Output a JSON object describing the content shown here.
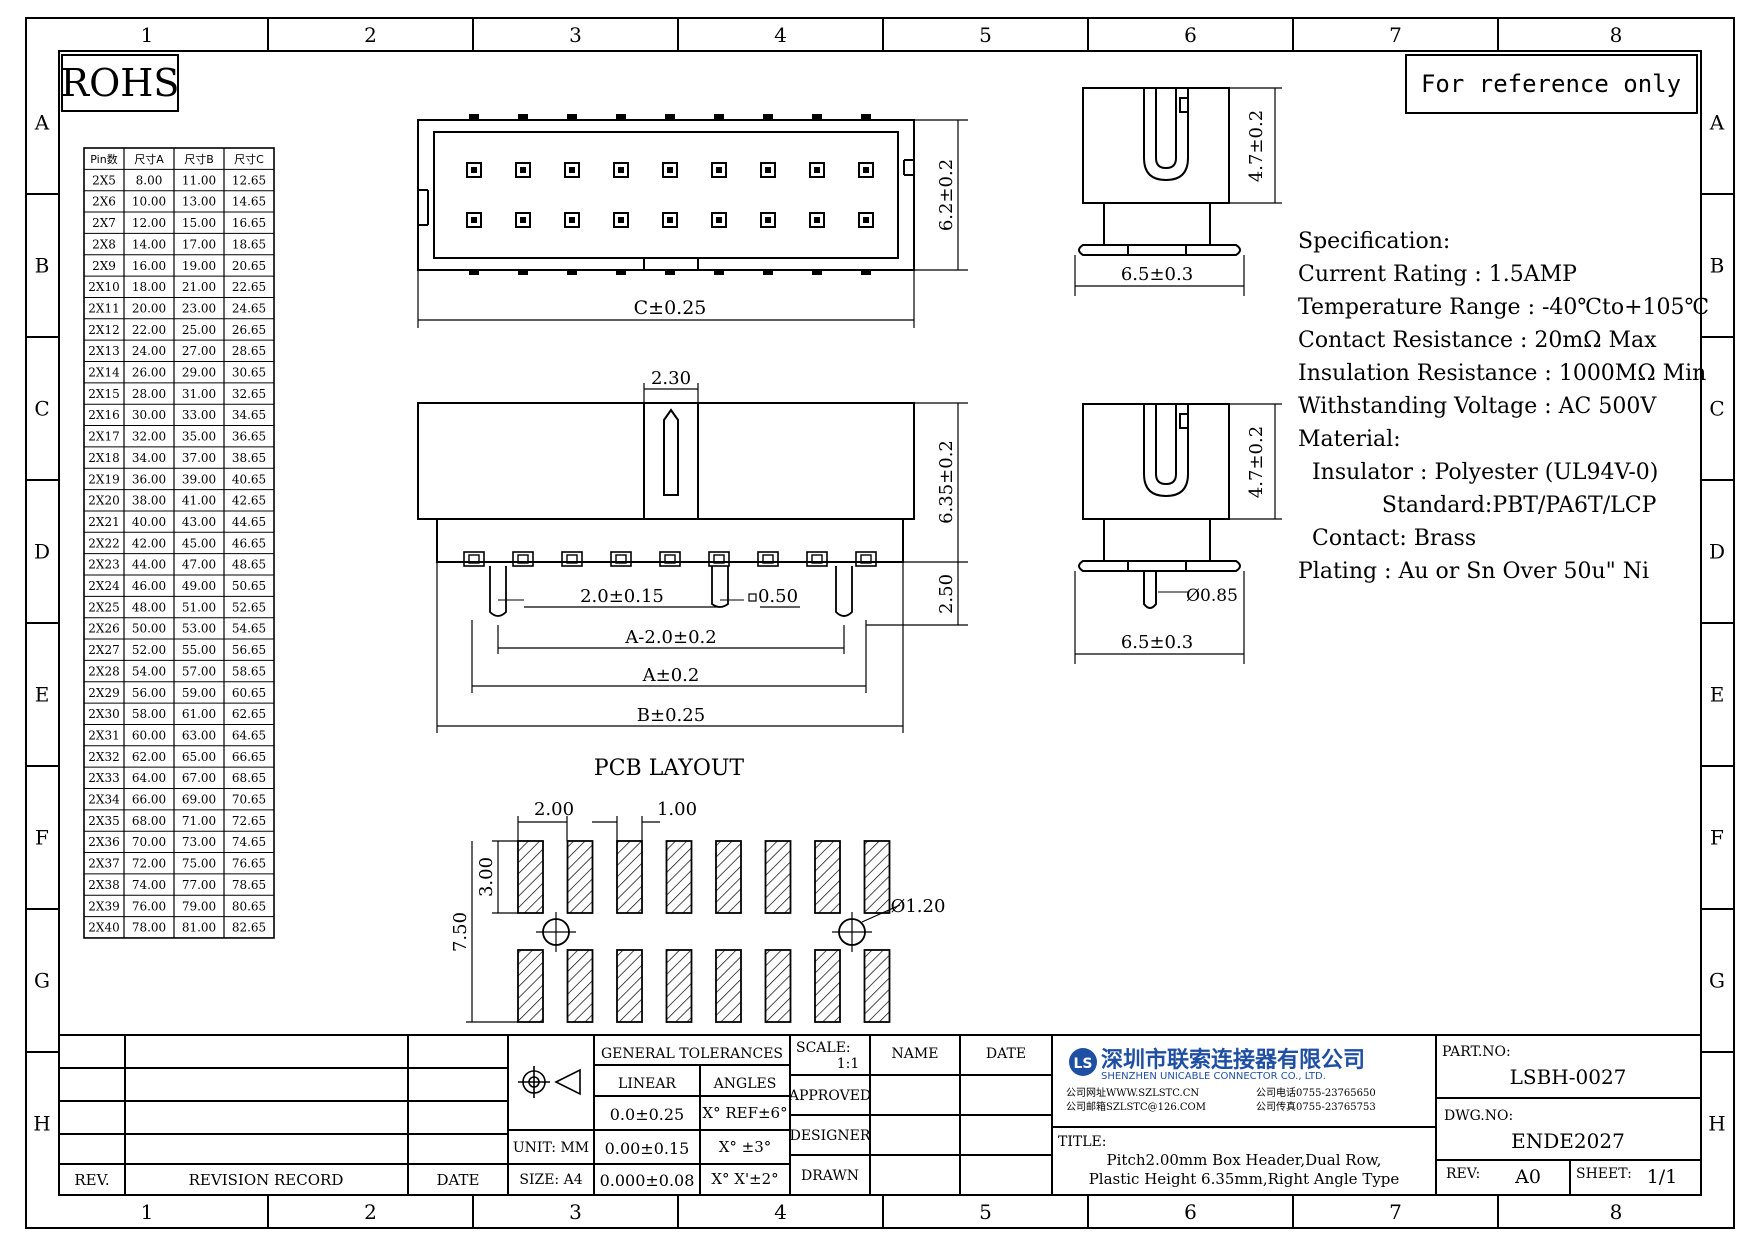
{
  "grid": {
    "columns": [
      "1",
      "2",
      "3",
      "4",
      "5",
      "6",
      "7",
      "8"
    ],
    "rows": [
      "A",
      "B",
      "C",
      "D",
      "E",
      "F",
      "G",
      "H"
    ]
  },
  "rohs_label": "ROHS",
  "reference_note": "For reference only",
  "pin_table": {
    "headers": [
      "Pin数",
      "尺寸A",
      "尺寸B",
      "尺寸C"
    ],
    "rows": [
      [
        "2X5",
        "8.00",
        "11.00",
        "12.65"
      ],
      [
        "2X6",
        "10.00",
        "13.00",
        "14.65"
      ],
      [
        "2X7",
        "12.00",
        "15.00",
        "16.65"
      ],
      [
        "2X8",
        "14.00",
        "17.00",
        "18.65"
      ],
      [
        "2X9",
        "16.00",
        "19.00",
        "20.65"
      ],
      [
        "2X10",
        "18.00",
        "21.00",
        "22.65"
      ],
      [
        "2X11",
        "20.00",
        "23.00",
        "24.65"
      ],
      [
        "2X12",
        "22.00",
        "25.00",
        "26.65"
      ],
      [
        "2X13",
        "24.00",
        "27.00",
        "28.65"
      ],
      [
        "2X14",
        "26.00",
        "29.00",
        "30.65"
      ],
      [
        "2X15",
        "28.00",
        "31.00",
        "32.65"
      ],
      [
        "2X16",
        "30.00",
        "33.00",
        "34.65"
      ],
      [
        "2X17",
        "32.00",
        "35.00",
        "36.65"
      ],
      [
        "2X18",
        "34.00",
        "37.00",
        "38.65"
      ],
      [
        "2X19",
        "36.00",
        "39.00",
        "40.65"
      ],
      [
        "2X20",
        "38.00",
        "41.00",
        "42.65"
      ],
      [
        "2X21",
        "40.00",
        "43.00",
        "44.65"
      ],
      [
        "2X22",
        "42.00",
        "45.00",
        "46.65"
      ],
      [
        "2X23",
        "44.00",
        "47.00",
        "48.65"
      ],
      [
        "2X24",
        "46.00",
        "49.00",
        "50.65"
      ],
      [
        "2X25",
        "48.00",
        "51.00",
        "52.65"
      ],
      [
        "2X26",
        "50.00",
        "53.00",
        "54.65"
      ],
      [
        "2X27",
        "52.00",
        "55.00",
        "56.65"
      ],
      [
        "2X28",
        "54.00",
        "57.00",
        "58.65"
      ],
      [
        "2X29",
        "56.00",
        "59.00",
        "60.65"
      ],
      [
        "2X30",
        "58.00",
        "61.00",
        "62.65"
      ],
      [
        "2X31",
        "60.00",
        "63.00",
        "64.65"
      ],
      [
        "2X32",
        "62.00",
        "65.00",
        "66.65"
      ],
      [
        "2X33",
        "64.00",
        "67.00",
        "68.65"
      ],
      [
        "2X34",
        "66.00",
        "69.00",
        "70.65"
      ],
      [
        "2X35",
        "68.00",
        "71.00",
        "72.65"
      ],
      [
        "2X36",
        "70.00",
        "73.00",
        "74.65"
      ],
      [
        "2X37",
        "72.00",
        "75.00",
        "76.65"
      ],
      [
        "2X38",
        "74.00",
        "77.00",
        "78.65"
      ],
      [
        "2X39",
        "76.00",
        "79.00",
        "80.65"
      ],
      [
        "2X40",
        "78.00",
        "81.00",
        "82.65"
      ]
    ]
  },
  "dims": {
    "top_height": "6.2±0.2",
    "top_width": "C±0.25",
    "slot_width": "2.30",
    "body_height": "6.35±0.2",
    "pin_length": "2.50",
    "pin_pitch": "2.0±0.15",
    "pin_square": "0.50",
    "a_minus": "A-2.0±0.2",
    "a": "A±0.2",
    "b": "B±0.25",
    "side_height_top": "4.7±0.2",
    "side_width_top": "6.5±0.3",
    "side_height_bot": "4.7±0.2",
    "side_width_bot": "6.5±0.3",
    "pin_dia": "Ø0.85",
    "pcb_title": "PCB LAYOUT",
    "pcb_pitch": "2.00",
    "pcb_pad_w": "1.00",
    "pcb_pad_h": "3.00",
    "pcb_total_h": "7.50",
    "pcb_hole": "Ø1.20"
  },
  "spec": {
    "lines": [
      "Specification:",
      "Current Rating : 1.5AMP",
      "Temperature Range : -40℃to+105℃",
      "Contact Resistance : 20mΩ Max",
      "Insulation Resistance : 1000MΩ Min",
      "Withstanding Voltage : AC 500V",
      "Material:",
      "  Insulator : Polyester (UL94V-0)",
      "            Standard:PBT/PA6T/LCP",
      "  Contact: Brass",
      "Plating : Au or Sn Over 50u\" Ni"
    ]
  },
  "title_block": {
    "rev_header": "REV.",
    "revision_record": "REVISION RECORD",
    "date_header": "DATE",
    "general_tolerances": "GENERAL TOLERANCES",
    "linear": "LINEAR",
    "angles": "ANGLES",
    "lin1": "0.0±0.25",
    "lin2": "0.00±0.15",
    "lin3": "0.000±0.08",
    "ang1": "X° REF±6°",
    "ang2": "X° ±3°",
    "ang3": "X° X'±2°",
    "unit": "UNIT: MM",
    "size": "SIZE: A4",
    "scale_label": "SCALE:",
    "scale_value": "1:1",
    "name": "NAME",
    "date": "DATE",
    "approved": "APPROVED",
    "designer": "DESIGNER",
    "drawn": "DRAWN",
    "company_cn": "深圳市联索连接器有限公司",
    "company_en": "SHENZHEN UNICABLE CONNECTOR CO., LTD.",
    "web": "公司网址WWW.SZLSTC.CN",
    "email": "公司邮箱SZLSTC@126.COM",
    "tel": "公司电话0755-23765650",
    "fax": "公司传真0755-23765753",
    "title_label": "TITLE:",
    "title_line1": "Pitch2.00mm Box Header,Dual Row,",
    "title_line2": "Plastic Height 6.35mm,Right Angle Type",
    "part_no_label": "PART.NO:",
    "part_no": "LSBH-0027",
    "dwg_no_label": "DWG.NO:",
    "dwg_no": "ENDE2027",
    "rev_label": "REV:",
    "rev_value": "A0",
    "sheet_label": "SHEET:",
    "sheet_value": "1/1"
  }
}
